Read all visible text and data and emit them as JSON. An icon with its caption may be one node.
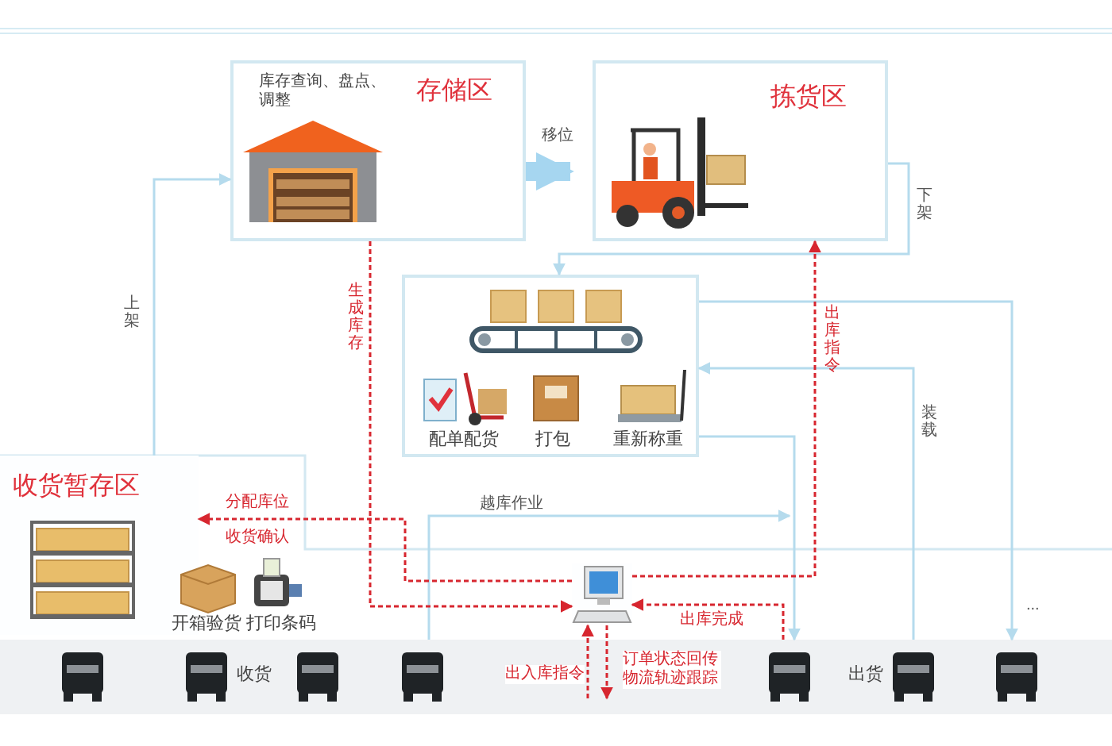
{
  "diagram": {
    "nodes": [
      {
        "text": [
          "库存查询、盘点、调整",
          "存储区"
        ]
      },
      {
        "text": [
          "拣货区"
        ]
      },
      {
        "text": [
          "配单配货",
          "打包",
          "重新称重"
        ]
      },
      {
        "text": [
          "收货暂存区"
        ]
      },
      {
        "text": [],
        "shape": "picture"
      },
      {
        "text": [
          "收货",
          "出货"
        ]
      }
    ],
    "edges": [
      {
        "from": 3,
        "to": 0,
        "arrow": "to",
        "label": "上架"
      },
      {
        "from": 0,
        "to": 1,
        "arrow": "to",
        "label": "移位",
        "style": "thick"
      },
      {
        "from": 1,
        "to": 2,
        "arrow": "to",
        "label": "下架"
      },
      {
        "from": 2,
        "to": 5,
        "arrow": "to"
      },
      {
        "from": 2,
        "to": 5,
        "arrow": "to"
      },
      {
        "from": 5,
        "to": 2,
        "arrow": "to",
        "label": "装载"
      },
      {
        "from": 5,
        "to": null,
        "arrow": "to",
        "label": "越库作业"
      },
      {
        "from": 0,
        "to": 4,
        "arrow": "to",
        "label": "生成库存",
        "style": "dashed",
        "color": "#d7262f"
      },
      {
        "from": 4,
        "to": 1,
        "arrow": "to",
        "label": "出库指令",
        "style": "dashed",
        "color": "#d7262f"
      },
      {
        "from": 4,
        "to": 3,
        "arrow": "to",
        "label": "分配库位",
        "style": "dashed",
        "color": "#d7262f"
      },
      {
        "from": 5,
        "to": 4,
        "arrow": "to",
        "label": "出库完成",
        "style": "dashed",
        "color": "#d7262f"
      },
      {
        "from": 5,
        "to": 4,
        "arrow": "to",
        "label": "出入库指令",
        "style": "dashed",
        "color": "#d7262f"
      },
      {
        "from": 4,
        "to": 5,
        "arrow": "to",
        "label": "订单状态回传物流轨迹跟踪",
        "style": "dashed",
        "color": "#d7262f"
      }
    ],
    "labels": [
      "收货确认",
      "...",
      "开箱验货",
      "打印条码"
    ]
  }
}
